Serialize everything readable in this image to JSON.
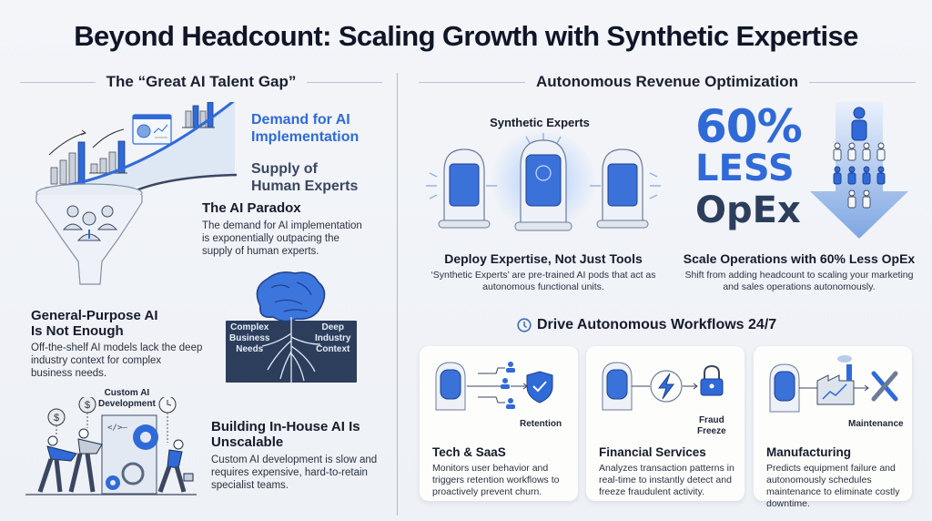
{
  "title": "Beyond Headcount: Scaling Growth with Synthetic Expertise",
  "left": {
    "heading": "The “Great AI Talent Gap”",
    "chart_labels": {
      "demand": "Demand for AI Implementation",
      "demand_line1": "Demand for AI",
      "demand_line2": "Implementation",
      "supply_line1": "Supply of",
      "supply_line2": "Human Experts"
    },
    "paradox": {
      "title": "The AI Paradox",
      "body": "The demand for AI implementation is exponentially outpacing the supply of human experts."
    },
    "general": {
      "title_line1": "General-Purpose AI",
      "title_line2": "Is Not Enough",
      "body": "Off-the-shelf AI models lack the deep industry context for complex business needs."
    },
    "roots": {
      "left_label_1": "Complex",
      "left_label_2": "Business",
      "left_label_3": "Needs",
      "right_label_1": "Deep",
      "right_label_2": "Industry",
      "right_label_3": "Context"
    },
    "inhouse": {
      "illustration_label_1": "Custom AI",
      "illustration_label_2": "Development",
      "title_line1": "Building In-House AI Is",
      "title_line2": "Unscalable",
      "body": "Custom AI development is slow and requires expensive, hard-to-retain specialist teams."
    }
  },
  "right": {
    "heading": "Autonomous Revenue Optimization",
    "experts": {
      "label": "Synthetic Experts",
      "title": "Deploy Expertise, Not Just Tools",
      "body": "‘Synthetic Experts’ are pre-trained AI pods that act as autonomous functional units."
    },
    "opex": {
      "stat_1": "60%",
      "stat_2": "LESS",
      "stat_3": "OpEx",
      "title": "Scale Operations with 60% Less OpEx",
      "body": "Shift from adding headcount to scaling your marketing and sales operations autonomously."
    },
    "workflows": {
      "heading": "Drive Autonomous Workflows 24/7",
      "cards": [
        {
          "outcome": "Retention",
          "title": "Tech & SaaS",
          "body": "Monitors user behavior and triggers retention workflows to proactively prevent churn."
        },
        {
          "outcome_1": "Fraud",
          "outcome_2": "Freeze",
          "title": "Financial Services",
          "body": "Analyzes transaction patterns in real-time to instantly detect and freeze fraudulent activity."
        },
        {
          "outcome": "Maintenance",
          "title": "Manufacturing",
          "body": "Predicts equipment failure and autonomously schedules maintenance to eliminate costly downtime."
        }
      ]
    }
  },
  "colors": {
    "accent_blue": "#2f6ad8",
    "navy": "#2c3e5c",
    "dark_text": "#141a2a",
    "background": "#f1f4f8"
  }
}
